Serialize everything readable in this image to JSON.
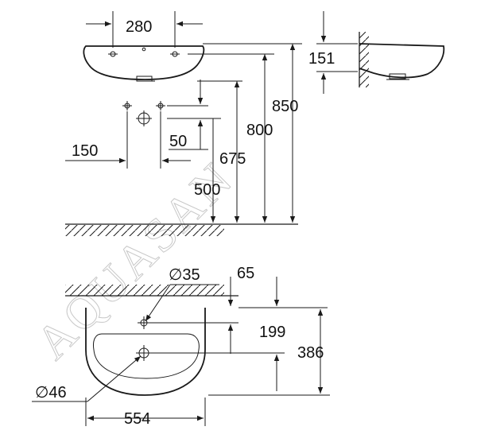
{
  "watermark": "AQUASAN",
  "dimensions": {
    "d280": "280",
    "d151": "151",
    "d850": "850",
    "d800": "800",
    "d675": "675",
    "d150": "150",
    "d50": "50",
    "d500": "500",
    "d35": "∅35",
    "d65": "65",
    "d199": "199",
    "d386": "386",
    "d46": "∅46",
    "d554": "554"
  }
}
